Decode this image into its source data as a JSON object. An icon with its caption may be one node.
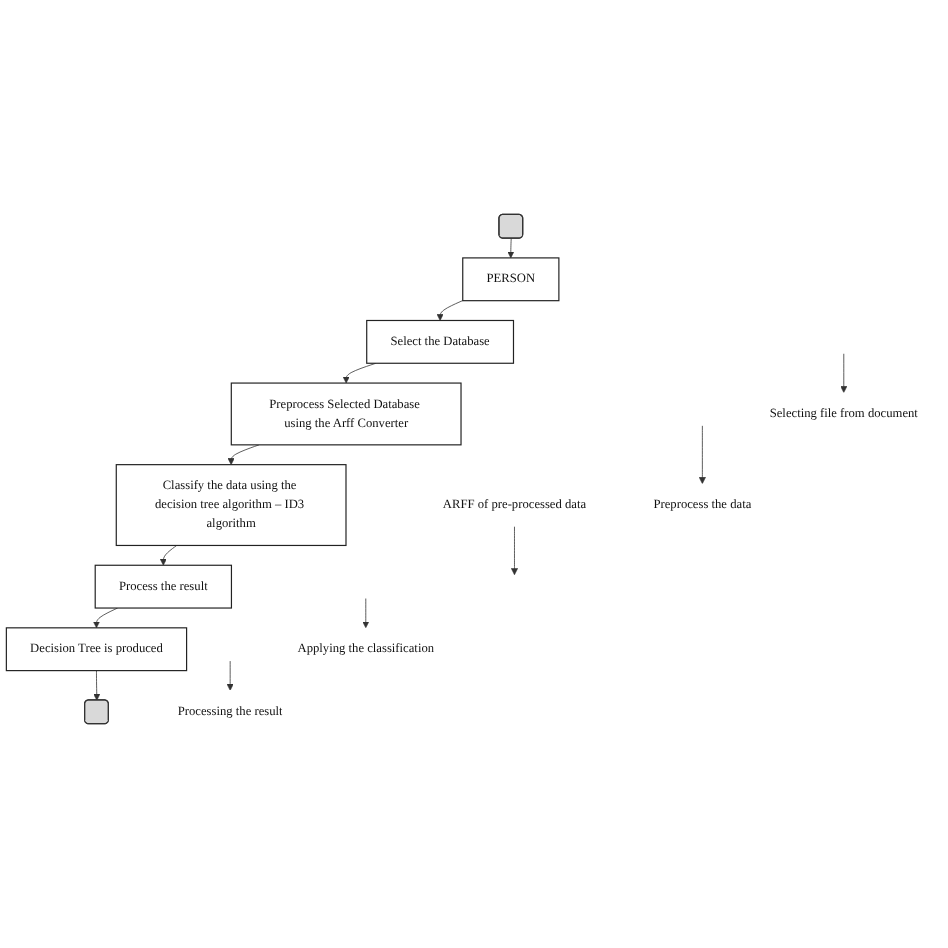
{
  "diagram": {
    "nodes": [
      {
        "text": [],
        "shape": "box"
      },
      {
        "text": [
          "PERSON"
        ]
      },
      {
        "text": [
          "Selecting file from document"
        ]
      },
      {
        "text": [
          "Select the Database"
        ]
      },
      {
        "text": [
          "Preprocess the data"
        ]
      },
      {
        "text": [
          "Preprocess Selected Database using the Arff Converter"
        ]
      },
      {
        "text": [
          "ARFF of pre-processed data"
        ]
      },
      {
        "text": [
          "Classify the data using the decision tree algorithm – ID3 algorithm"
        ]
      },
      {
        "text": [
          "Applying the classification"
        ]
      },
      {
        "text": [
          "Process the result"
        ]
      },
      {
        "text": [
          "Processing the result"
        ]
      },
      {
        "text": [
          "Decision Tree is produced"
        ]
      },
      {
        "text": [],
        "shape": "box"
      }
    ],
    "edges": [
      {
        "from": 0,
        "to": 1,
        "arrow": "to"
      },
      {
        "from": 1,
        "to": 3,
        "arrow": "to"
      },
      {
        "from": null,
        "to": 2,
        "arrow": "to"
      },
      {
        "from": 3,
        "to": 5,
        "arrow": "to"
      },
      {
        "from": null,
        "to": 4,
        "arrow": "to"
      },
      {
        "from": 5,
        "to": 7,
        "arrow": "to"
      },
      {
        "from": 6,
        "to": null,
        "arrow": "to"
      },
      {
        "from": 7,
        "to": 9,
        "arrow": "to"
      },
      {
        "from": null,
        "to": 8,
        "arrow": "to"
      },
      {
        "from": 9,
        "to": 11,
        "arrow": "to"
      },
      {
        "from": null,
        "to": 10,
        "arrow": "to"
      },
      {
        "from": 11,
        "to": 12,
        "arrow": "to"
      }
    ]
  }
}
